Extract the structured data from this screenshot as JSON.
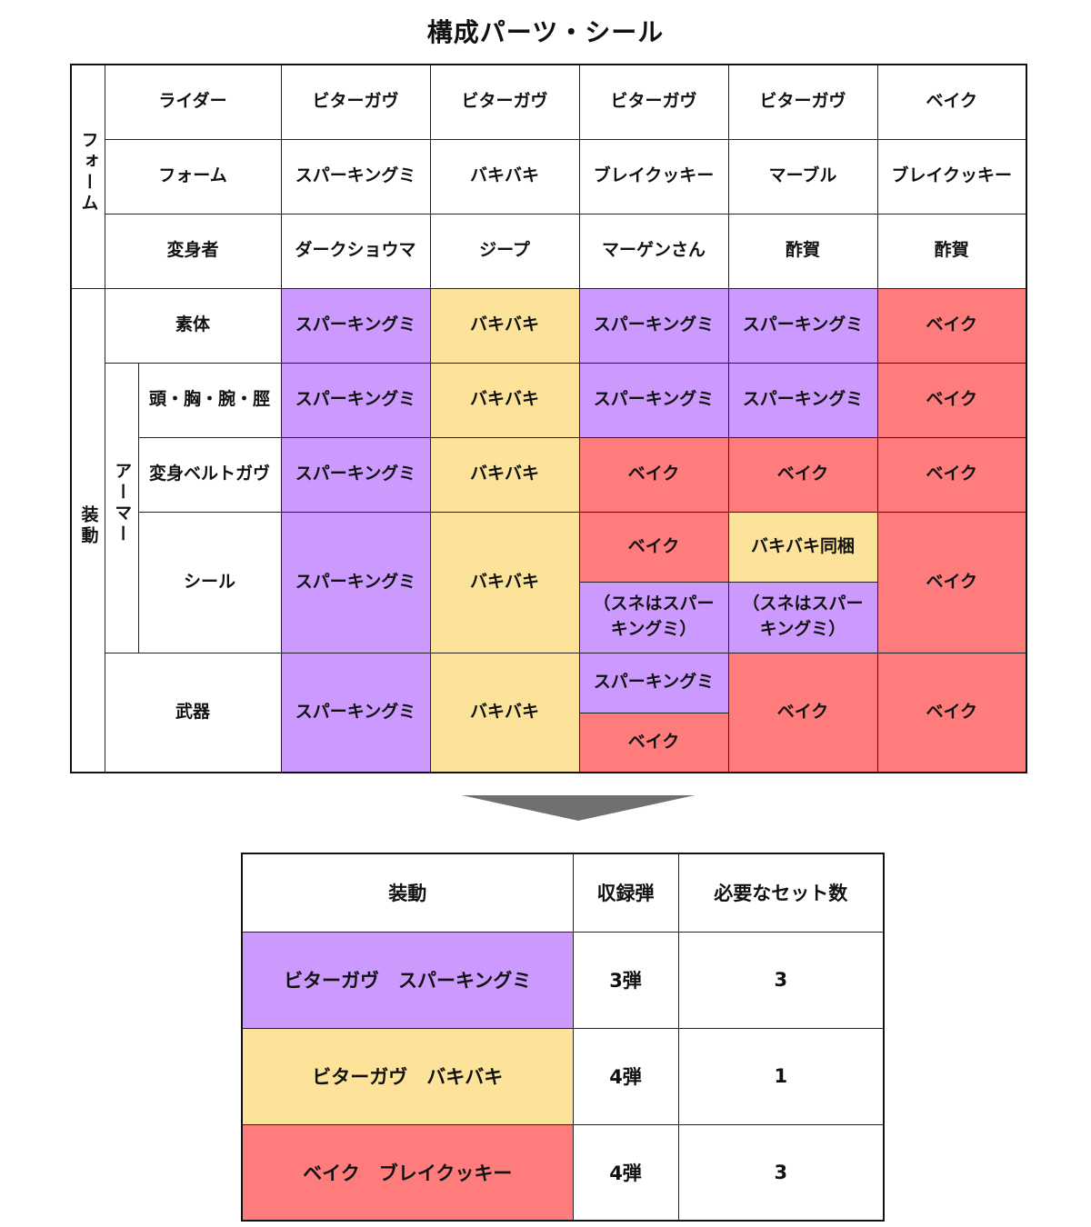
{
  "title": "構成パーツ・シール",
  "header": {
    "form_group_label": "フォーム",
    "rows": {
      "rider_label": "ライダー",
      "form_label": "フォーム",
      "henshin_label": "変身者"
    },
    "columns": [
      {
        "rider": "ビターガヴ",
        "form": "スパーキングミ",
        "henshin": "ダークショウマ"
      },
      {
        "rider": "ビターガヴ",
        "form": "バキバキ",
        "henshin": "ジープ"
      },
      {
        "rider": "ビターガヴ",
        "form": "ブレイクッキー",
        "henshin": "マーゲンさん"
      },
      {
        "rider": "ビターガヴ",
        "form": "マーブル",
        "henshin": "酢賀"
      },
      {
        "rider": "ベイク",
        "form": "ブレイクッキー",
        "henshin": "酢賀"
      }
    ]
  },
  "equipment": {
    "group_label": "装動",
    "armor_label": "アーマー",
    "sotai": {
      "label": "素体",
      "cells": [
        "スパーキングミ",
        "バキバキ",
        "スパーキングミ",
        "スパーキングミ",
        "ベイク"
      ]
    },
    "head": {
      "label": "頭・胸・腕・脛",
      "cells": [
        "スパーキングミ",
        "バキバキ",
        "スパーキングミ",
        "スパーキングミ",
        "ベイク"
      ]
    },
    "belt": {
      "label": "変身ベルトガヴ",
      "cells": [
        "スパーキングミ",
        "バキバキ",
        "ベイク",
        "ベイク",
        "ベイク"
      ]
    },
    "seal": {
      "label": "シール",
      "c1": "スパーキングミ",
      "c2": "バキバキ",
      "c3_top": "ベイク",
      "c3_bottom_line1": "（スネはスパー",
      "c3_bottom_line2": "キングミ）",
      "c4_top": "バキバキ同梱",
      "c4_bottom_line1": "（スネはスパー",
      "c4_bottom_line2": "キングミ）",
      "c5": "ベイク"
    },
    "weapon": {
      "label": "武器",
      "c1": "スパーキングミ",
      "c2": "バキバキ",
      "c3_top": "スパーキングミ",
      "c3_bottom": "ベイク",
      "c4": "ベイク",
      "c5": "ベイク"
    }
  },
  "summary": {
    "headers": [
      "装動",
      "収録弾",
      "必要なセット数"
    ],
    "rows": [
      {
        "name": "ビターガヴ　スパーキングミ",
        "wave": "3弾",
        "count": "3",
        "color": "#cc99ff"
      },
      {
        "name": "ビターガヴ　バキバキ",
        "wave": "4弾",
        "count": "1",
        "color": "#fde399"
      },
      {
        "name": "ベイク　ブレイクッキー",
        "wave": "4弾",
        "count": "3",
        "color": "#ff7c7c"
      }
    ]
  },
  "colors": {
    "purple": "#cc99ff",
    "yellow": "#fde399",
    "red": "#ff7c7c",
    "arrow": "#707070"
  }
}
